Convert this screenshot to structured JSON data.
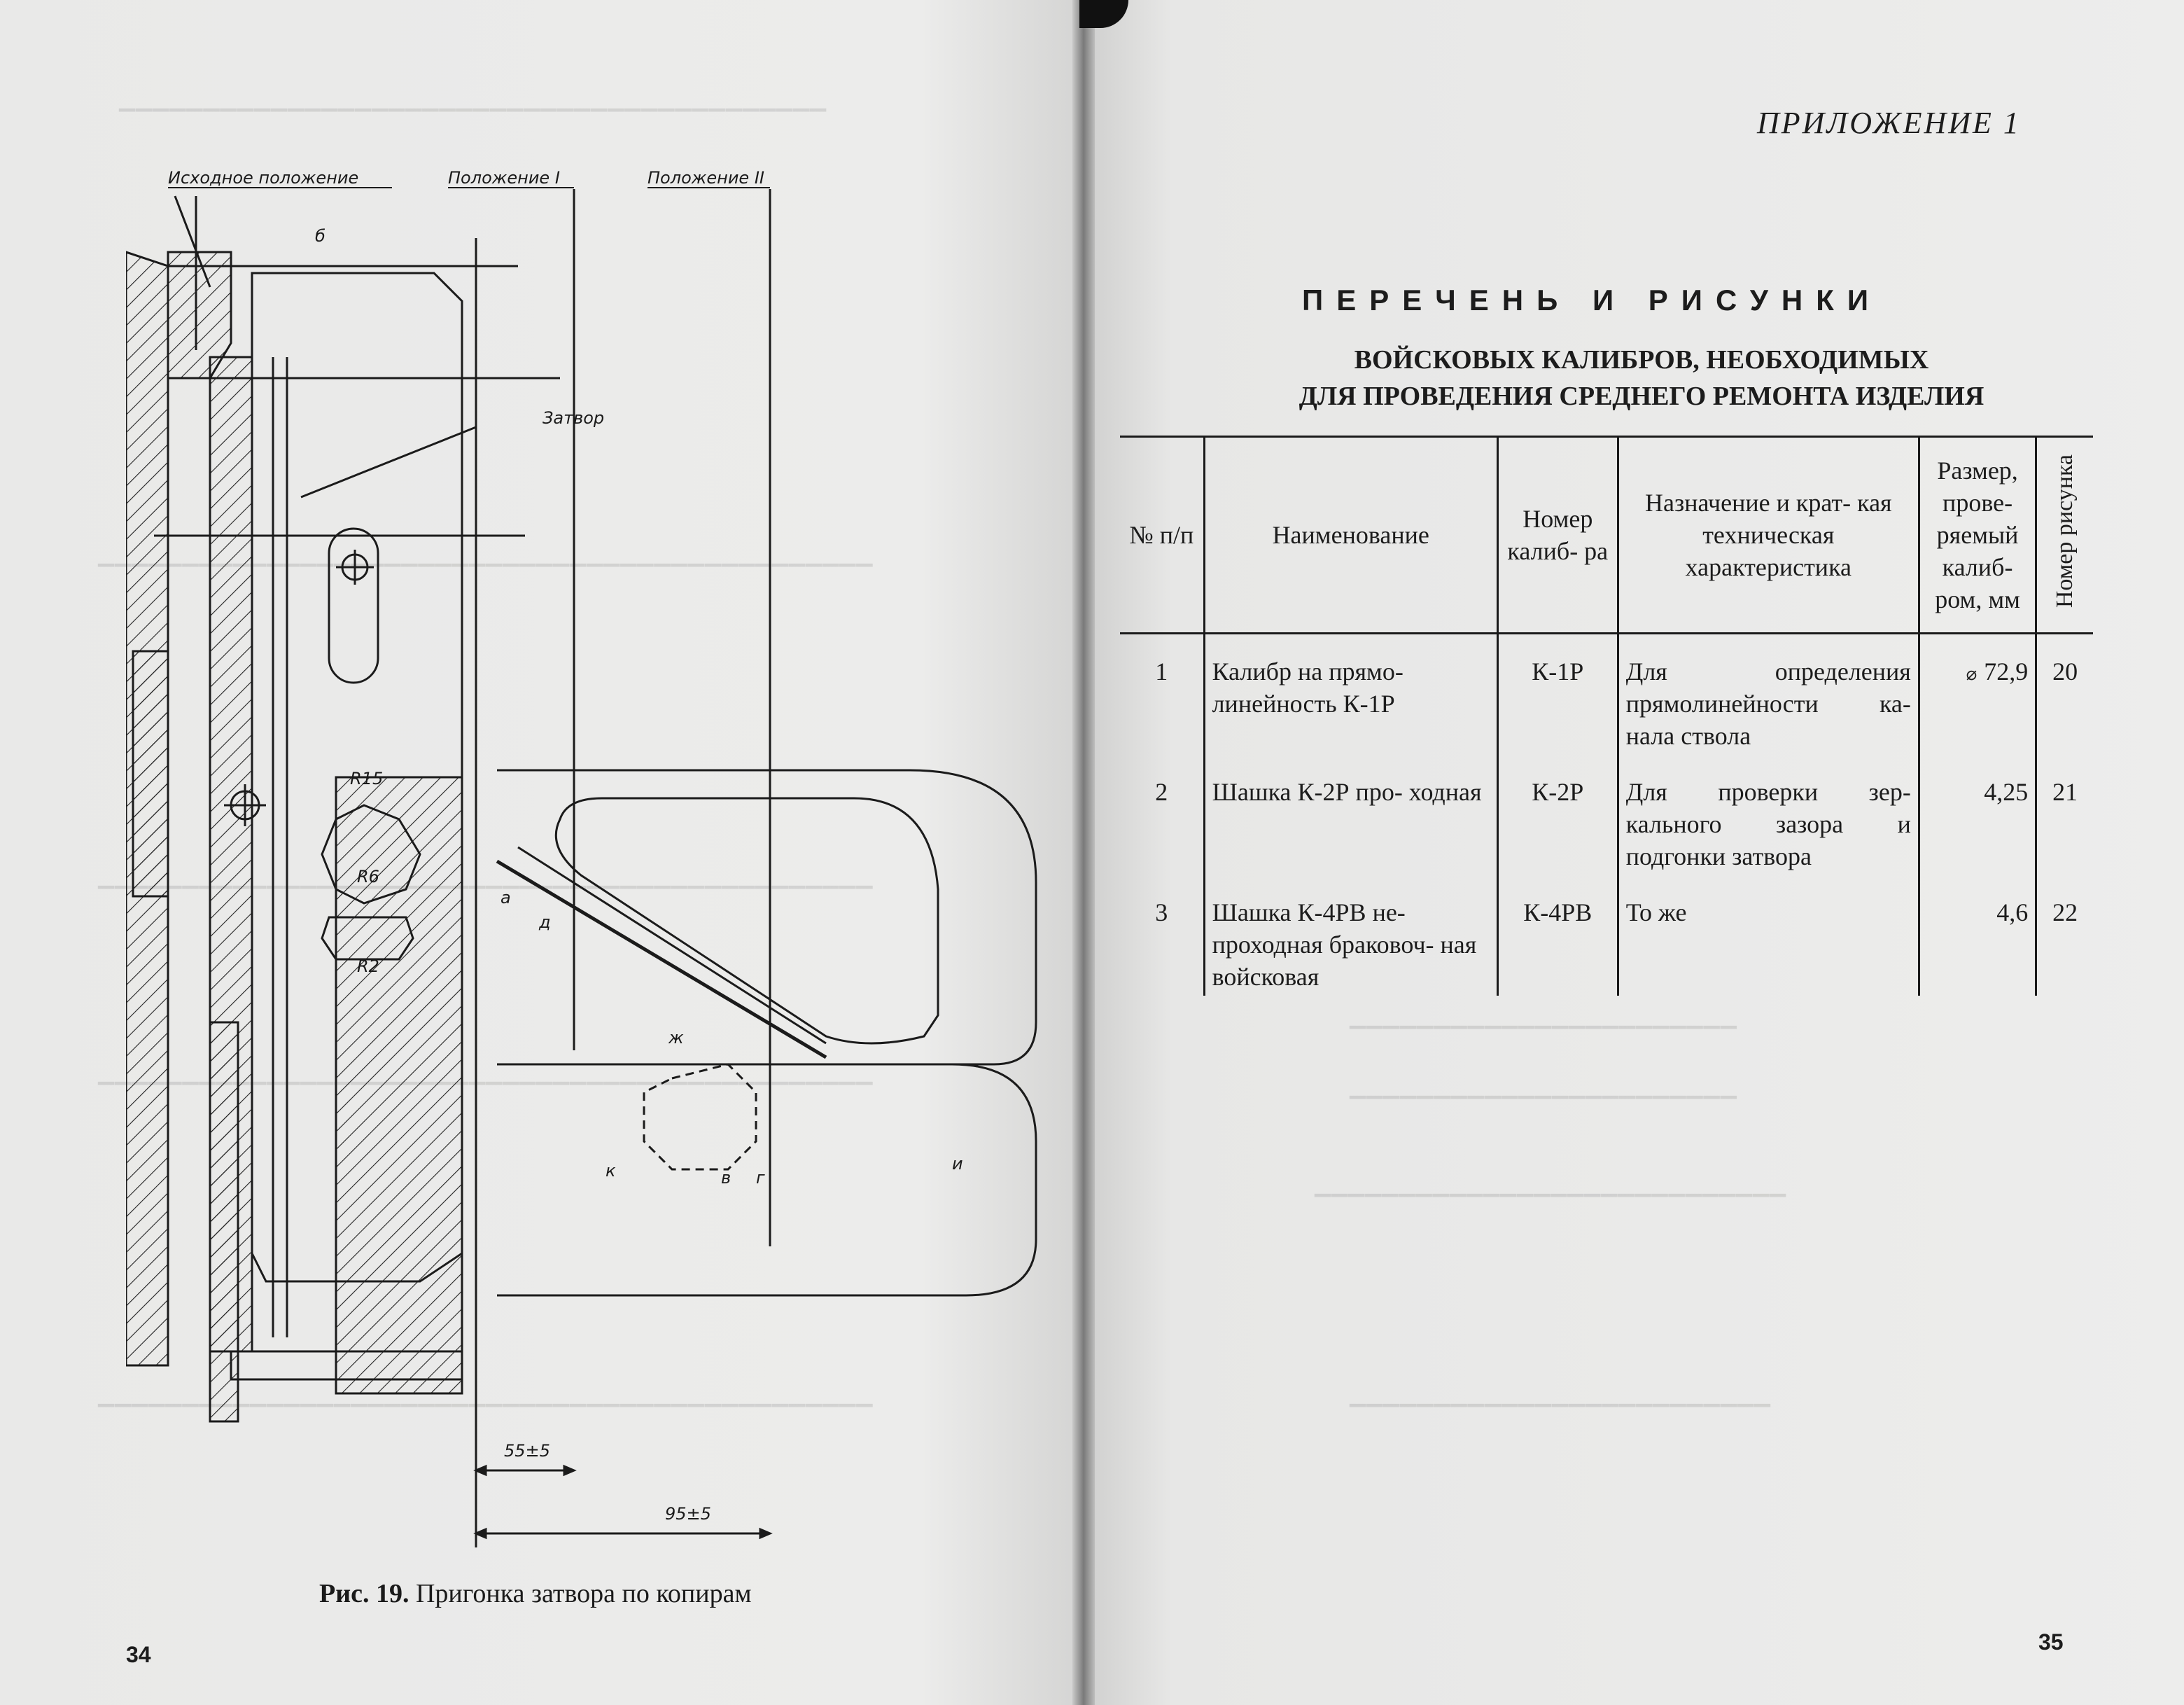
{
  "left_page": {
    "figure_labels": {
      "initial": "Исходное положение",
      "pos1": "Положение I",
      "pos2": "Положение II",
      "b_top": "б",
      "bolt": "Затвор",
      "r15": "R15",
      "r6": "R6",
      "r2": "R2",
      "a": "а",
      "d": "д",
      "zh": "ж",
      "k": "к",
      "v": "в",
      "g": "г",
      "i": "и",
      "dim1": "55±5",
      "dim2": "95±5"
    },
    "caption_prefix": "Рис. 19.",
    "caption_text": " Пригонка затвора по копирам",
    "page_number": "34"
  },
  "right_page": {
    "appendix": "ПРИЛОЖЕНИЕ 1",
    "title_main": "ПЕРЕЧЕНЬ И РИСУНКИ",
    "title_sub_1": "ВОЙСКОВЫХ КАЛИБРОВ, НЕОБХОДИМЫХ",
    "title_sub_2": "ДЛЯ ПРОВЕДЕНИЯ СРЕДНЕГО РЕМОНТА ИЗДЕЛИЯ",
    "table": {
      "headers": {
        "num": "№ п/п",
        "name": "Наименование",
        "code": "Номер калиб- ра",
        "purpose": "Назначение и крат- кая техническая характеристика",
        "size": "Размер, прове- ряемый калиб- ром, мм",
        "fig": "Номер рисунка"
      },
      "rows": [
        {
          "num": "1",
          "name": "Калибр на прямо- линейность К-1Р",
          "code": "К-1Р",
          "purpose": "Для определения прямолинейности ка- нала ствола",
          "size_symbol": "⌀",
          "size": "72,9",
          "fig": "20"
        },
        {
          "num": "2",
          "name": "Шашка К-2Р про- ходная",
          "code": "К-2Р",
          "purpose": "Для проверки зер- кального зазора и подгонки затвора",
          "size_symbol": "",
          "size": "4,25",
          "fig": "21"
        },
        {
          "num": "3",
          "name": "Шашка К-4РВ не- проходная браковоч- ная войсковая",
          "code": "К-4РВ",
          "purpose": "То же",
          "size_symbol": "",
          "size": "4,6",
          "fig": "22"
        }
      ]
    },
    "page_number": "35"
  }
}
